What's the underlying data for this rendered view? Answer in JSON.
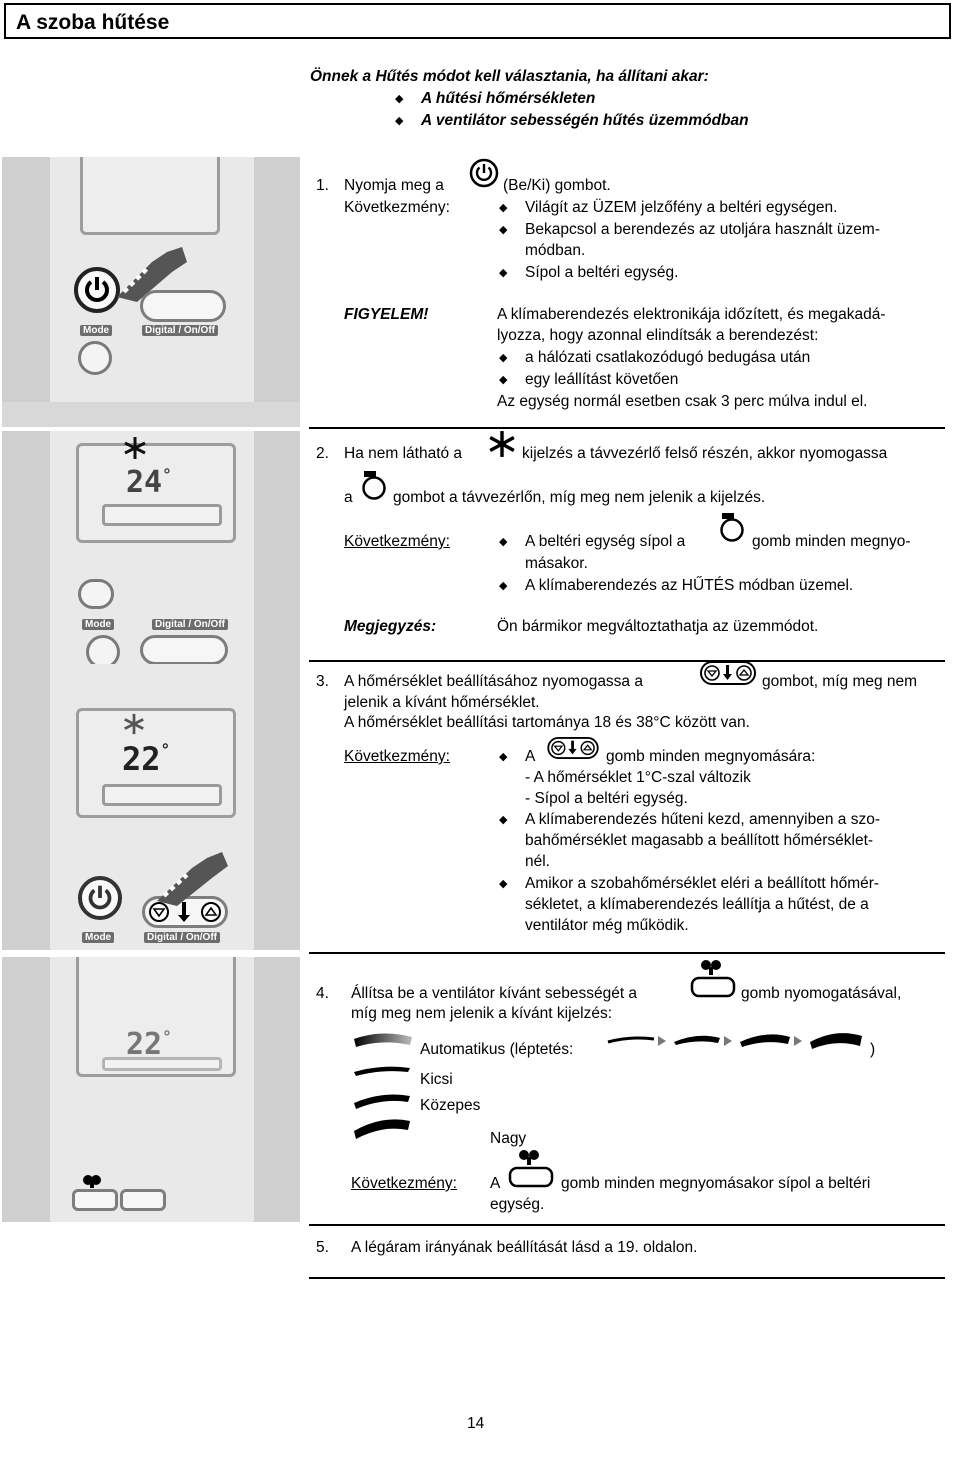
{
  "page": {
    "title": "A szoba hűtése",
    "page_number": "14"
  },
  "intro": {
    "lead": "Önnek a Hűtés módot kell választania, ha állítani akar:",
    "bullets": [
      "A hűtési hőmérsékleten",
      "A ventilátor sebességén hűtés üzemmódban"
    ]
  },
  "remote_labels": {
    "mode": "Mode",
    "digital_onoff": "Digital / On/Off",
    "display_24": "24",
    "display_22": "22",
    "display_deg": "°"
  },
  "step1": {
    "number": "1.",
    "text_before": "Nyomja meg a",
    "text_after": "(Be/Ki) gombot.",
    "result_label": "Következmény:",
    "results": [
      "Világít az ÜZEM jelzőfény a beltéri egységen.",
      "Bekapcsol a berendezés az utoljára használt üzem-",
      "módban.",
      "Sípol a beltéri egység."
    ],
    "warning_label": "FIGYELEM!",
    "warning_lines": [
      "A klímaberendezés elektronikája időzített, és megakadá-",
      "lyozza, hogy azonnal elindítsák a berendezést:"
    ],
    "warning_bullets": [
      "a hálózati csatlakozódugó bedugása után",
      "egy leállítást követően"
    ],
    "warning_footer": "Az egység normál esetben csak 3 perc múlva indul el."
  },
  "step2": {
    "number": "2.",
    "line1_before": "Ha nem látható a",
    "line1_after": "kijelzés a távvezérlő felső részén, akkor nyomogassa",
    "line2_before": "a",
    "line2_after": "gombot a távvezérlőn, míg meg nem jelenik a kijelzés.",
    "result_label": "Következmény:",
    "result1_before": "A beltéri egység sípol a",
    "result1_after": "gomb minden megnyo-",
    "result1_cont": "másakor.",
    "result2": "A klímaberendezés az HŰTÉS módban üzemel.",
    "note_label": "Megjegyzés:",
    "note": "Ön bármikor megváltoztathatja az üzemmódot."
  },
  "step3": {
    "number": "3.",
    "line1_before": "A hőmérséklet beállításához nyomogassa a",
    "line1_after": "gombot, míg meg nem",
    "line2": "jelenik a kívánt hőmérséklet.",
    "line3": "A hőmérséklet beállítási tartománya 18 és 38°C között van.",
    "result_label": "Következmény:",
    "r1_before": "A",
    "r1_after": "gomb minden megnyomására:",
    "r1_sub": [
      "- A hőmérséklet 1°C-szal változik",
      "- Sípol a beltéri egység."
    ],
    "r2": [
      "A klímaberendezés hűteni kezd, amennyiben a szo-",
      "bahőmérséklet magasabb a beállított hőmérséklet-",
      "nél."
    ],
    "r3": [
      "Amikor a szobahőmérséklet eléri a beállított hőmér-",
      "sékletet, a klímaberendezés leállítja a hűtést, de a",
      "ventilátor még működik."
    ]
  },
  "step4": {
    "number": "4.",
    "line1_before": "Állítsa be a ventilátor kívánt sebességét a",
    "line1_after": "gomb nyomogatásával,",
    "line2": "míg meg nem jelenik a kívánt kijelzés:",
    "auto": "Automatikus (léptetés:",
    "auto_close": ")",
    "low": "Kicsi",
    "mid": "Közepes",
    "high": "Nagy",
    "result_label": "Következmény:",
    "result_before": "A",
    "result_after": "gomb minden megnyomásakor sípol a beltéri",
    "result_cont": "egység."
  },
  "step5": {
    "number": "5.",
    "text": "A légáram irányának beállítását lásd a 19. oldalon."
  }
}
